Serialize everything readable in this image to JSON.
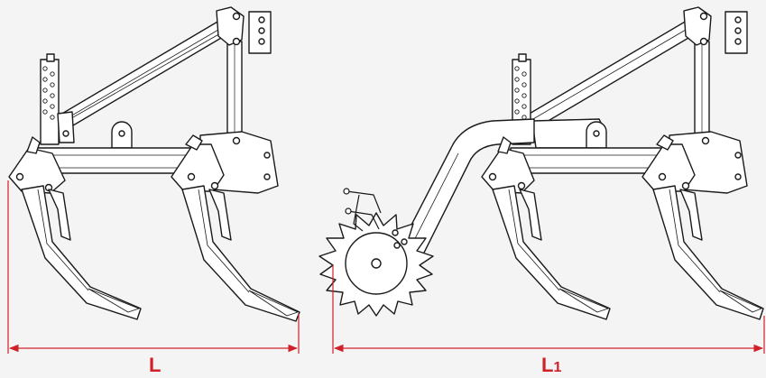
{
  "dimensions": {
    "left_label": "L",
    "right_label_main": "L",
    "right_label_sub": "1"
  },
  "colors": {
    "background": "#f4f4f4",
    "line_art": "#1a1a1a",
    "dimension": "#d0202a"
  }
}
